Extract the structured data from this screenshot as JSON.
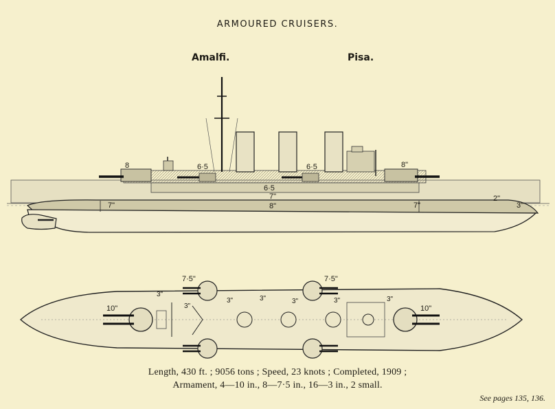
{
  "header": {
    "title": "ARMOURED CRUISERS.",
    "ship_left": "Amalfi.",
    "ship_right": "Pisa."
  },
  "profile_labels": {
    "fore_turret": "8",
    "aft_turret": "8\"",
    "casemate_fore": "6·5",
    "casemate_aft": "6·5",
    "belt_upper": "6·5",
    "belt_mid": "7\"",
    "belt_main": "8\"",
    "belt_fore": "7\"",
    "belt_aft": "7\"",
    "stern": "3\"",
    "bow": "2\""
  },
  "plan_labels": {
    "turret_fore": "10\"",
    "turret_aft": "10\"",
    "turret_port_fore": "7·5\"",
    "turret_port_aft": "7·5\"",
    "gun_a": "3\"",
    "gun_b": "3\"",
    "gun_c": "3\"",
    "gun_d": "3\"",
    "gun_e": "3\"",
    "gun_f": "3\"",
    "gun_g": "3\""
  },
  "caption": {
    "line1": "Length, 430 ft. ; 9056 tons ; Speed, 23 knots ; Completed, 1909 ;",
    "line2": "Armament, 4—10 in., 8—7·5 in., 16—3 in., 2 small."
  },
  "footer": {
    "see_pages": "See pages 135, 136."
  },
  "colors": {
    "paper": "#f6f0cd",
    "ink": "#1c1a14",
    "hull_fill": "#d6d0b0",
    "shade": "#b9b394"
  }
}
